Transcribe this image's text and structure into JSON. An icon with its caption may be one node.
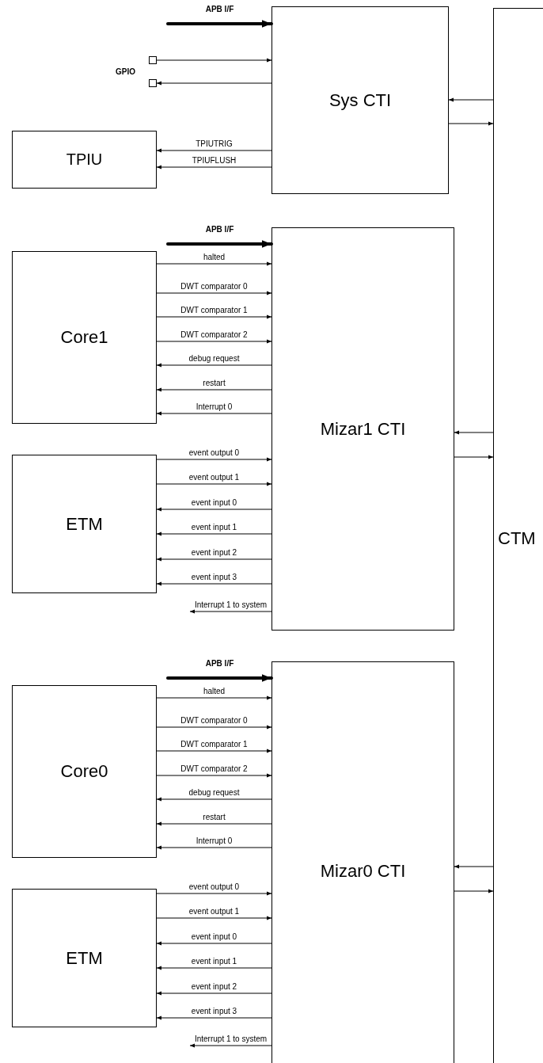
{
  "diagram": {
    "nodes": [
      {
        "text": [
          "Sys CTI"
        ]
      },
      {
        "text": [
          "CTM"
        ]
      },
      {
        "text": [],
        "shape": "box"
      },
      {
        "text": [],
        "shape": "box"
      },
      {
        "text": [
          "TPIU"
        ]
      },
      {
        "text": [
          "Mizar1 CTI"
        ]
      },
      {
        "text": [
          "Core1"
        ]
      },
      {
        "text": [
          "ETM"
        ]
      },
      {
        "text": [
          "Mizar0 CTI"
        ]
      },
      {
        "text": [
          "Core0"
        ]
      },
      {
        "text": [
          "ETM"
        ]
      }
    ],
    "edges": [
      {
        "from": null,
        "to": 0,
        "arrow": "to",
        "label": "APB I/F",
        "style": "thick"
      },
      {
        "from": 2,
        "to": 0,
        "arrow": "to"
      },
      {
        "from": 0,
        "to": 3,
        "arrow": "to"
      },
      {
        "from": 0,
        "to": 4,
        "arrow": "to",
        "label": "TPIUTRIG"
      },
      {
        "from": 0,
        "to": 4,
        "arrow": "to",
        "label": "TPIUFLUSH"
      },
      {
        "from": 1,
        "to": 0,
        "arrow": "to"
      },
      {
        "from": 0,
        "to": 1,
        "arrow": "to"
      },
      {
        "from": null,
        "to": 5,
        "arrow": "to",
        "label": "APB I/F",
        "style": "thick"
      },
      {
        "from": 6,
        "to": 5,
        "arrow": "to",
        "label": "halted"
      },
      {
        "from": 6,
        "to": 5,
        "arrow": "to",
        "label": "DWT comparator 0"
      },
      {
        "from": 6,
        "to": 5,
        "arrow": "to",
        "label": "DWT comparator 1"
      },
      {
        "from": 6,
        "to": 5,
        "arrow": "to",
        "label": "DWT comparator 2"
      },
      {
        "from": 5,
        "to": 6,
        "arrow": "to",
        "label": "debug request"
      },
      {
        "from": 5,
        "to": 6,
        "arrow": "to",
        "label": "restart"
      },
      {
        "from": 5,
        "to": 6,
        "arrow": "to",
        "label": "Interrupt 0"
      },
      {
        "from": 7,
        "to": 5,
        "arrow": "to",
        "label": "event output 0"
      },
      {
        "from": 7,
        "to": 5,
        "arrow": "to",
        "label": "event output 1"
      },
      {
        "from": 5,
        "to": 7,
        "arrow": "to",
        "label": "event input 0"
      },
      {
        "from": 5,
        "to": 7,
        "arrow": "to",
        "label": "event input 1"
      },
      {
        "from": 5,
        "to": 7,
        "arrow": "to",
        "label": "event input 2"
      },
      {
        "from": 5,
        "to": 7,
        "arrow": "to",
        "label": "event input 3"
      },
      {
        "from": 5,
        "to": null,
        "arrow": "to",
        "label": "Interrupt 1 to system"
      },
      {
        "from": 1,
        "to": 5,
        "arrow": "to"
      },
      {
        "from": 5,
        "to": 1,
        "arrow": "to"
      },
      {
        "from": null,
        "to": 8,
        "arrow": "to",
        "label": "APB I/F",
        "style": "thick"
      },
      {
        "from": 9,
        "to": 8,
        "arrow": "to",
        "label": "halted"
      },
      {
        "from": 9,
        "to": 8,
        "arrow": "to",
        "label": "DWT comparator 0"
      },
      {
        "from": 9,
        "to": 8,
        "arrow": "to",
        "label": "DWT comparator 1"
      },
      {
        "from": 9,
        "to": 8,
        "arrow": "to",
        "label": "DWT comparator 2"
      },
      {
        "from": 8,
        "to": 9,
        "arrow": "to",
        "label": "debug request"
      },
      {
        "from": 8,
        "to": 9,
        "arrow": "to",
        "label": "restart"
      },
      {
        "from": 8,
        "to": 9,
        "arrow": "to",
        "label": "Interrupt 0"
      },
      {
        "from": 10,
        "to": 8,
        "arrow": "to",
        "label": "event output 0"
      },
      {
        "from": 10,
        "to": 8,
        "arrow": "to",
        "label": "event output 1"
      },
      {
        "from": 8,
        "to": 10,
        "arrow": "to",
        "label": "event input 0"
      },
      {
        "from": 8,
        "to": 10,
        "arrow": "to",
        "label": "event input 1"
      },
      {
        "from": 8,
        "to": 10,
        "arrow": "to",
        "label": "event input 2"
      },
      {
        "from": 8,
        "to": 10,
        "arrow": "to",
        "label": "event input 3"
      },
      {
        "from": 8,
        "to": null,
        "arrow": "to",
        "label": "Interrupt 1 to system"
      },
      {
        "from": 1,
        "to": 8,
        "arrow": "to"
      },
      {
        "from": 8,
        "to": 1,
        "arrow": "to"
      }
    ],
    "labels": [
      "GPIO"
    ]
  }
}
